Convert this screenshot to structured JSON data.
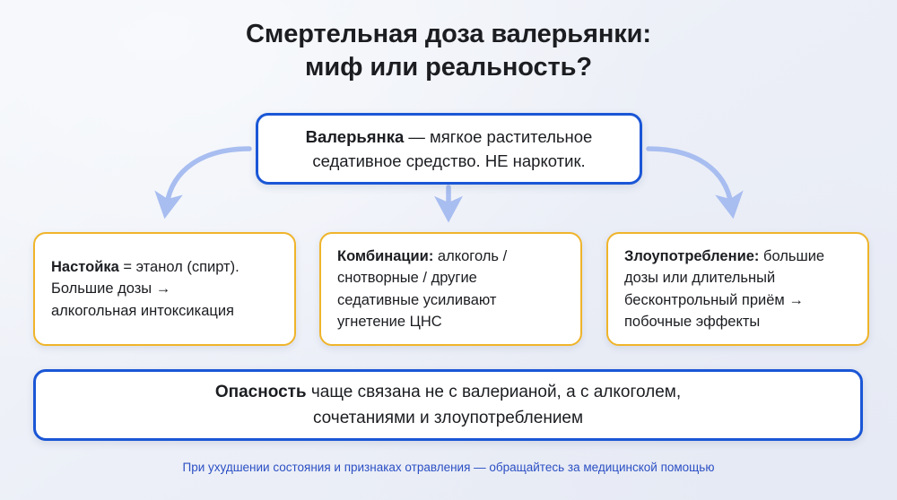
{
  "title": {
    "line1": "Смертельная доза валерьянки:",
    "line2": "миф или реальность?"
  },
  "main_box": {
    "lead": "Валерьянка",
    "line1_rest": " — мягкое растительное",
    "line2": "седативное средство. НЕ наркотик."
  },
  "cards": [
    {
      "lead": "Настойка",
      "line1_rest": " = этанол (спирт).",
      "line2": "Большие дозы →",
      "line3": "алкогольная интоксикация",
      "line4": ""
    },
    {
      "lead": "Комбинации:",
      "line1_rest": " алкоголь /",
      "line2": "снотворные / другие",
      "line3": "седативные усиливают",
      "line4": "угнетение ЦНС"
    },
    {
      "lead": "Злоупотребление:",
      "line1_rest": " большие",
      "line2": "дозы или длительный",
      "line3": "бесконтрольный приём →",
      "line4": "побочные эффекты"
    }
  ],
  "conclusion": {
    "lead": "Опасность",
    "line1_rest": " чаще связана не с валерианой, а с алкоголем,",
    "line2": "сочетаниями и злоупотреблением"
  },
  "footer": {
    "text": "При ухудшении состояния и признаках отравления — обращайтесь за медицинской помощью"
  },
  "colors": {
    "accent_blue": "#1a56d6",
    "accent_amber": "#efb42a",
    "arrow_blue": "#a8bdf0",
    "footer_blue": "#2b4fc4",
    "text_dark": "#1b1d21",
    "card_bg": "#ffffff"
  }
}
